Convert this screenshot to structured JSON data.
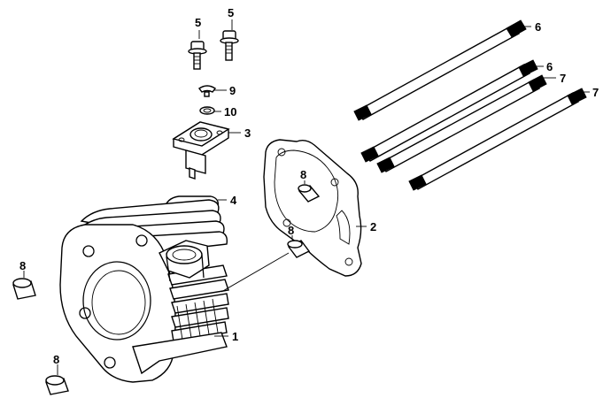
{
  "callouts": {
    "bolt_left": "5",
    "bolt_right": "5",
    "stud_top": "6",
    "stud_second": "6",
    "stud_third": "7",
    "stud_bottom": "7",
    "screw": "9",
    "o_ring": "10",
    "tensioner": "3",
    "gasket_small": "4",
    "gasket_large": "2",
    "dowel_gasket": "8",
    "dowel_center": "8",
    "dowel_left": "8",
    "dowel_bottom": "8",
    "cylinder": "1"
  }
}
